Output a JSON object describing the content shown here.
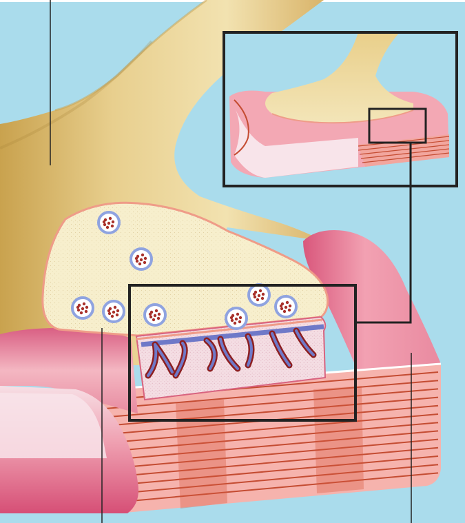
{
  "figure": {
    "title": "",
    "labels": [],
    "colors": {
      "background": "#aadcec",
      "axon": "#e2c47e",
      "axon_shadow": "#c9a24e",
      "terminal": "#f7efcd",
      "terminal_outline": "#ef9c88",
      "muscle_light": "#f6b3ad",
      "muscle_pink": "#e7809b",
      "striation": "#c44c32",
      "cleft_membrane": "#6f79c8",
      "fold_dark": "#8c1f21",
      "vesicle_ring": "#8fa3e0",
      "vesicle_dot": "#a8302a",
      "box_stroke": "#222222"
    },
    "components": [
      "axon",
      "axon-terminal",
      "synaptic-vesicle",
      "junctional-folds",
      "muscle-fiber",
      "myofibril-striations",
      "zoom-box-upper",
      "zoom-box-lower",
      "zoom-box-small",
      "callout-lines"
    ]
  }
}
